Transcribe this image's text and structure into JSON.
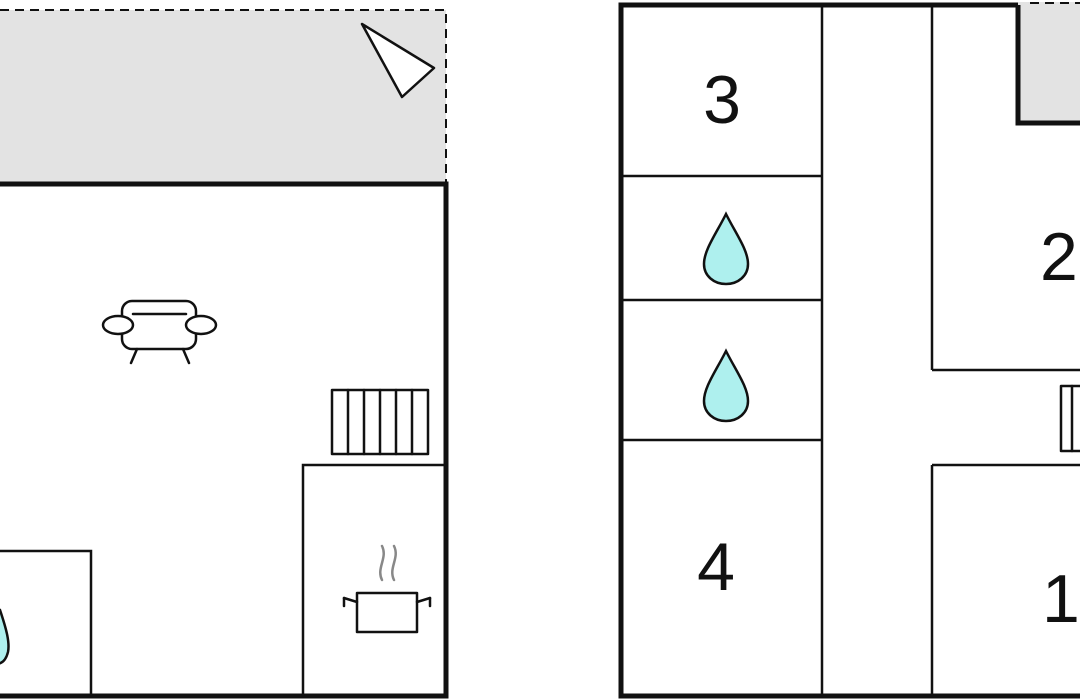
{
  "floorplan": {
    "rooms": [
      {
        "id": "room-3",
        "label": "3"
      },
      {
        "id": "room-4",
        "label": "4"
      },
      {
        "id": "room-2",
        "label": "2"
      },
      {
        "id": "room-1",
        "label": "1"
      }
    ],
    "icons": [
      "terrace-view-icon",
      "armchair-icon",
      "radiator-icon",
      "cooking-pot-icon",
      "water-drop-icon"
    ],
    "colors": {
      "wall": "#111111",
      "terrace": "#e3e3e3",
      "water": "#aef0ee",
      "steam": "#888888"
    }
  }
}
